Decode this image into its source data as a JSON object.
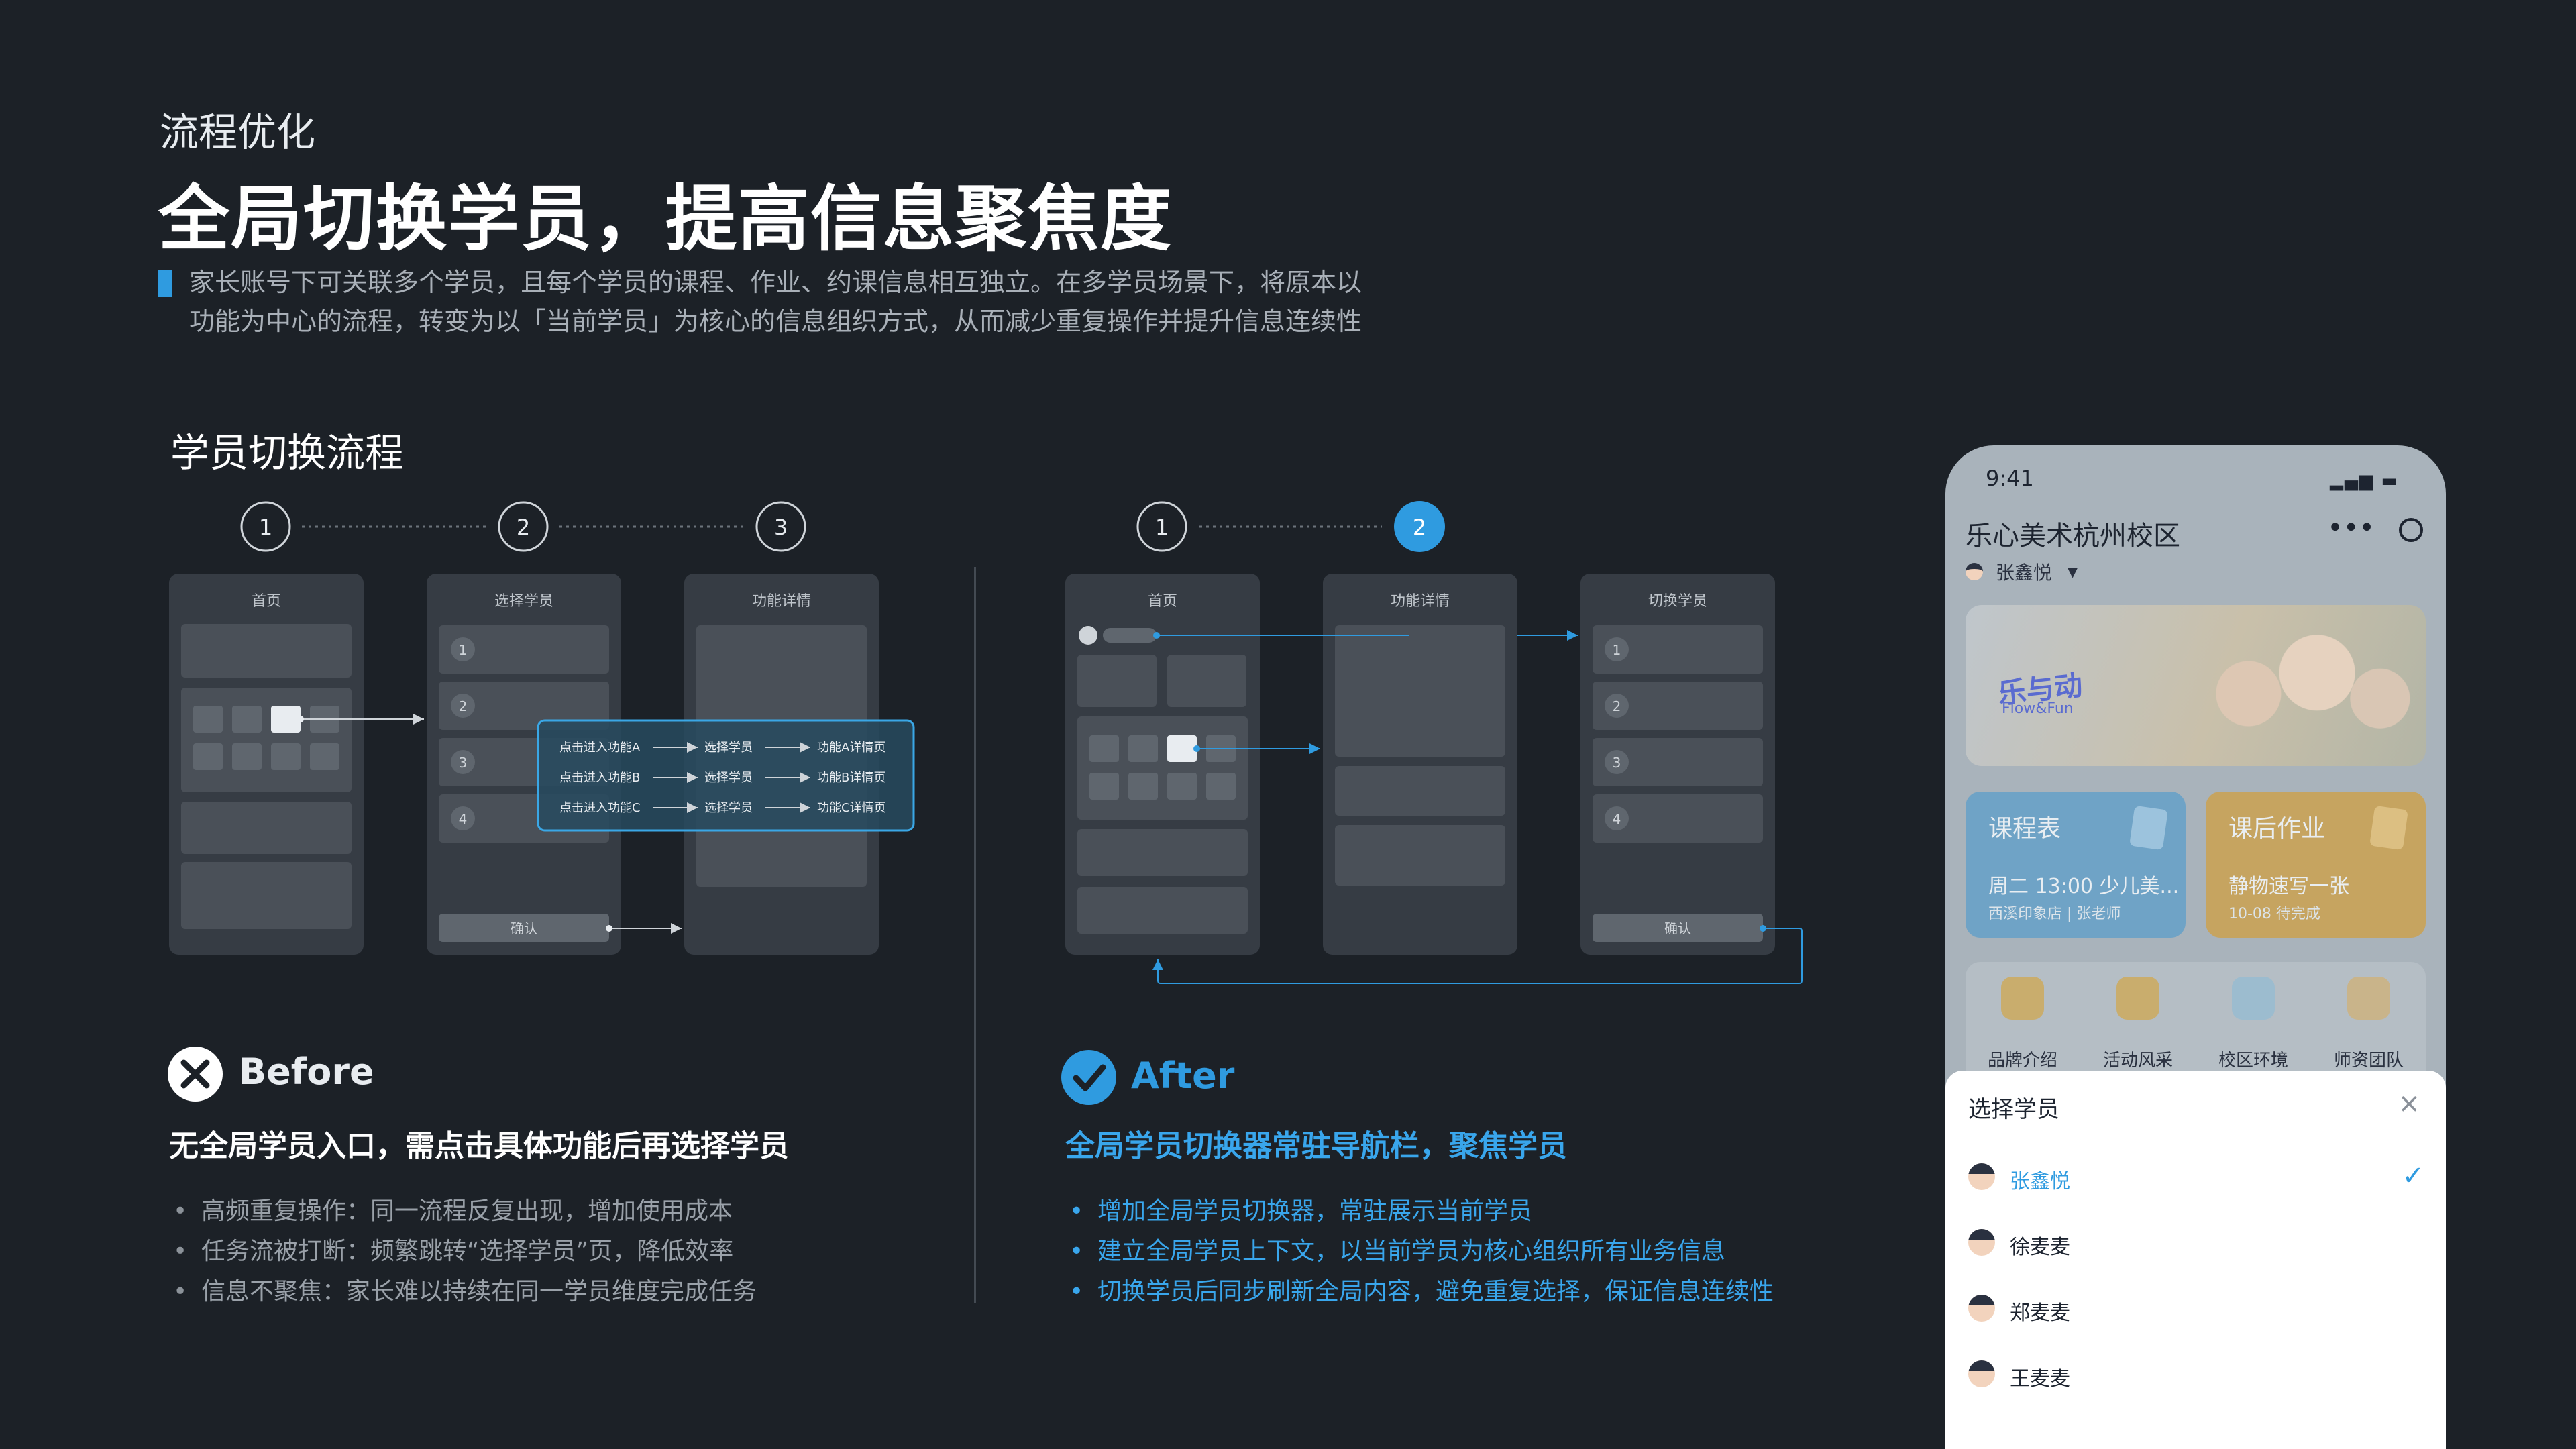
{
  "header": {
    "kicker": "流程优化",
    "headline": "全局切换学员，提高信息聚焦度",
    "intro_line1": "家长账号下可关联多个学员，且每个学员的课程、作业、约课信息相互独立。在多学员场景下，将原本以",
    "intro_line2": "功能为中心的流程，转变为以「当前学员」为核心的信息组织方式，从而减少重复操作并提升信息连续性"
  },
  "section_title": "学员切换流程",
  "before_flow": {
    "steps": [
      "1",
      "2",
      "3"
    ],
    "screens": [
      {
        "title": "首页"
      },
      {
        "title": "选择学员",
        "rows": [
          "1",
          "2",
          "3",
          "4"
        ],
        "confirm": "确认"
      },
      {
        "title": "功能详情"
      }
    ],
    "popup_rows": [
      {
        "entry": "点击进入功能A",
        "select": "选择学员",
        "detail": "功能A详情页"
      },
      {
        "entry": "点击进入功能B",
        "select": "选择学员",
        "detail": "功能B详情页"
      },
      {
        "entry": "点击进入功能C",
        "select": "选择学员",
        "detail": "功能C详情页"
      }
    ]
  },
  "after_flow": {
    "steps": [
      "1",
      "2"
    ],
    "screens": [
      {
        "title": "首页"
      },
      {
        "title": "功能详情"
      },
      {
        "title": "切换学员",
        "rows": [
          "1",
          "2",
          "3",
          "4"
        ],
        "confirm": "确认"
      }
    ]
  },
  "before": {
    "label": "Before",
    "summary": "无全局学员入口，需点击具体功能后再选择学员",
    "bullets": [
      "高频重复操作：同一流程反复出现，增加使用成本",
      "任务流被打断：频繁跳转“选择学员”页，降低效率",
      "信息不聚焦：家长难以持续在同一学员维度完成任务"
    ]
  },
  "after": {
    "label": "After",
    "summary": "全局学员切换器常驻导航栏，聚焦学员",
    "bullets": [
      "增加全局学员切换器，常驻展示当前学员",
      "建立全局学员上下文，以当前学员为核心组织所有业务信息",
      "切换学员后同步刷新全局内容，避免重复选择，保证信息连续性"
    ]
  },
  "phone": {
    "time": "9:41",
    "school": "乐心美术杭州校区",
    "current_student": "张鑫悦",
    "banner_brand": "乐与动",
    "banner_brand_en": "Flow&Fun",
    "cards": [
      {
        "title": "课程表",
        "line": "周二 13:00 少儿美...",
        "meta": "西溪印象店 | 张老师",
        "color": "#6fa3c6"
      },
      {
        "title": "课后作业",
        "line": "静物速写一张",
        "meta": "10-08 待完成",
        "color": "#c6a460"
      }
    ],
    "quick_links": [
      {
        "label": "品牌介绍",
        "icon": "crown-icon"
      },
      {
        "label": "活动风采",
        "icon": "megaphone-icon"
      },
      {
        "label": "校区环境",
        "icon": "house-icon"
      },
      {
        "label": "师资团队",
        "icon": "team-icon"
      }
    ],
    "sheet": {
      "title": "选择学员",
      "students": [
        {
          "name": "张鑫悦",
          "selected": true
        },
        {
          "name": "徐麦麦",
          "selected": false
        },
        {
          "name": "郑麦麦",
          "selected": false
        },
        {
          "name": "王麦麦",
          "selected": false
        }
      ]
    }
  },
  "colors": {
    "background": "#1c2127",
    "accent_blue": "#2f9be0",
    "screen_gray": "#363c44",
    "block_gray": "#4a5058"
  }
}
